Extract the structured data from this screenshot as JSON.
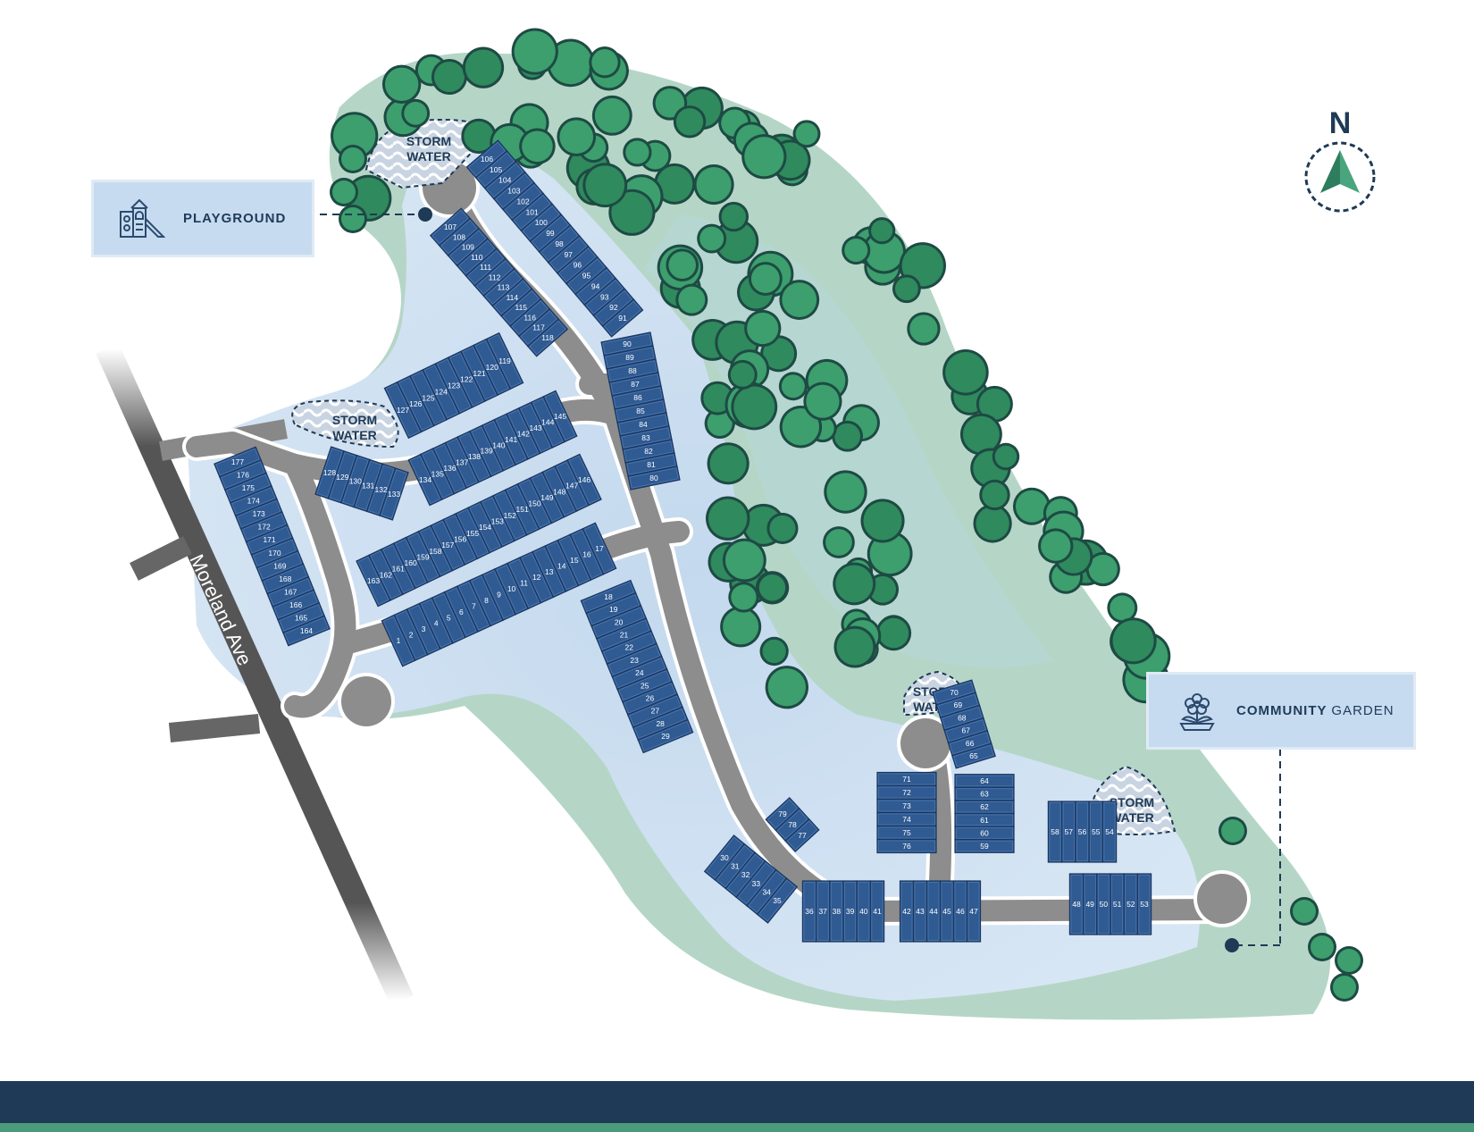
{
  "legends": {
    "playground": {
      "label": "PLAYGROUND",
      "icon": "playground-icon"
    },
    "community_garden": {
      "label_bold": "COMMUNITY",
      "label_light": "GARDEN",
      "icon": "flower-icon"
    }
  },
  "compass": {
    "label": "N",
    "icon": "north-arrow-icon"
  },
  "road_name": "Moreland Ave",
  "storm_water": [
    {
      "line1": "STORM",
      "line2": "WATER"
    },
    {
      "line1": "STORM",
      "line2": "WATER"
    },
    {
      "line1": "STORM",
      "line2": "WATER"
    },
    {
      "line1": "STORM",
      "line2": "WATER"
    }
  ],
  "lot_groups": [
    {
      "name": "lots-106-91",
      "lots": [
        106,
        105,
        104,
        103,
        102,
        101,
        100,
        99,
        98,
        97,
        96,
        95,
        94,
        93,
        92,
        91
      ]
    },
    {
      "name": "lots-107-118",
      "lots": [
        107,
        108,
        109,
        110,
        111,
        112,
        113,
        114,
        115,
        116,
        117,
        118
      ]
    },
    {
      "name": "lots-119-127",
      "lots": [
        119,
        120,
        121,
        122,
        123,
        124,
        125,
        126,
        127
      ]
    },
    {
      "name": "lots-128-133",
      "lots": [
        128,
        129,
        130,
        131,
        132,
        133
      ]
    },
    {
      "name": "lots-134-145",
      "lots": [
        134,
        135,
        136,
        137,
        138,
        139,
        140,
        141,
        142,
        143,
        144,
        145
      ]
    },
    {
      "name": "lots-146-163",
      "lots": [
        146,
        147,
        148,
        149,
        150,
        151,
        152,
        153,
        154,
        155,
        156,
        157,
        158,
        159,
        160,
        161,
        162,
        163
      ]
    },
    {
      "name": "lots-1-17",
      "lots": [
        1,
        2,
        3,
        4,
        5,
        6,
        7,
        8,
        9,
        10,
        11,
        12,
        13,
        14,
        15,
        16,
        17
      ]
    },
    {
      "name": "lots-164-177",
      "lots": [
        164,
        165,
        166,
        167,
        168,
        169,
        170,
        171,
        172,
        173,
        174,
        175,
        176,
        177
      ]
    },
    {
      "name": "lots-90-80",
      "lots": [
        90,
        89,
        88,
        87,
        86,
        85,
        84,
        83,
        82,
        81,
        80
      ]
    },
    {
      "name": "lots-18-29",
      "lots": [
        18,
        19,
        20,
        21,
        22,
        23,
        24,
        25,
        26,
        27,
        28,
        29
      ]
    },
    {
      "name": "lots-79-77",
      "lots": [
        79,
        78,
        77
      ]
    },
    {
      "name": "lots-30-35",
      "lots": [
        30,
        31,
        32,
        33,
        34,
        35
      ]
    },
    {
      "name": "lots-36-41",
      "lots": [
        36,
        37,
        38,
        39,
        40,
        41
      ]
    },
    {
      "name": "lots-42-47",
      "lots": [
        42,
        43,
        44,
        45,
        46,
        47
      ]
    },
    {
      "name": "lots-48-53",
      "lots": [
        48,
        49,
        50,
        51,
        52,
        53
      ]
    },
    {
      "name": "lots-58-54",
      "lots": [
        58,
        57,
        56,
        55,
        54
      ]
    },
    {
      "name": "lots-71-76",
      "lots": [
        71,
        72,
        73,
        74,
        75,
        76
      ]
    },
    {
      "name": "lots-64-59",
      "lots": [
        64,
        63,
        62,
        61,
        60,
        59
      ]
    },
    {
      "name": "lots-70-65",
      "lots": [
        70,
        69,
        68,
        67,
        66,
        65
      ]
    }
  ],
  "colors": {
    "lot": "#2f5a92",
    "navy": "#1e3a56",
    "green": "#4a9a7c",
    "land": "#c9dcef",
    "park": "#9cc9b4",
    "road": "#8d8d8d"
  }
}
